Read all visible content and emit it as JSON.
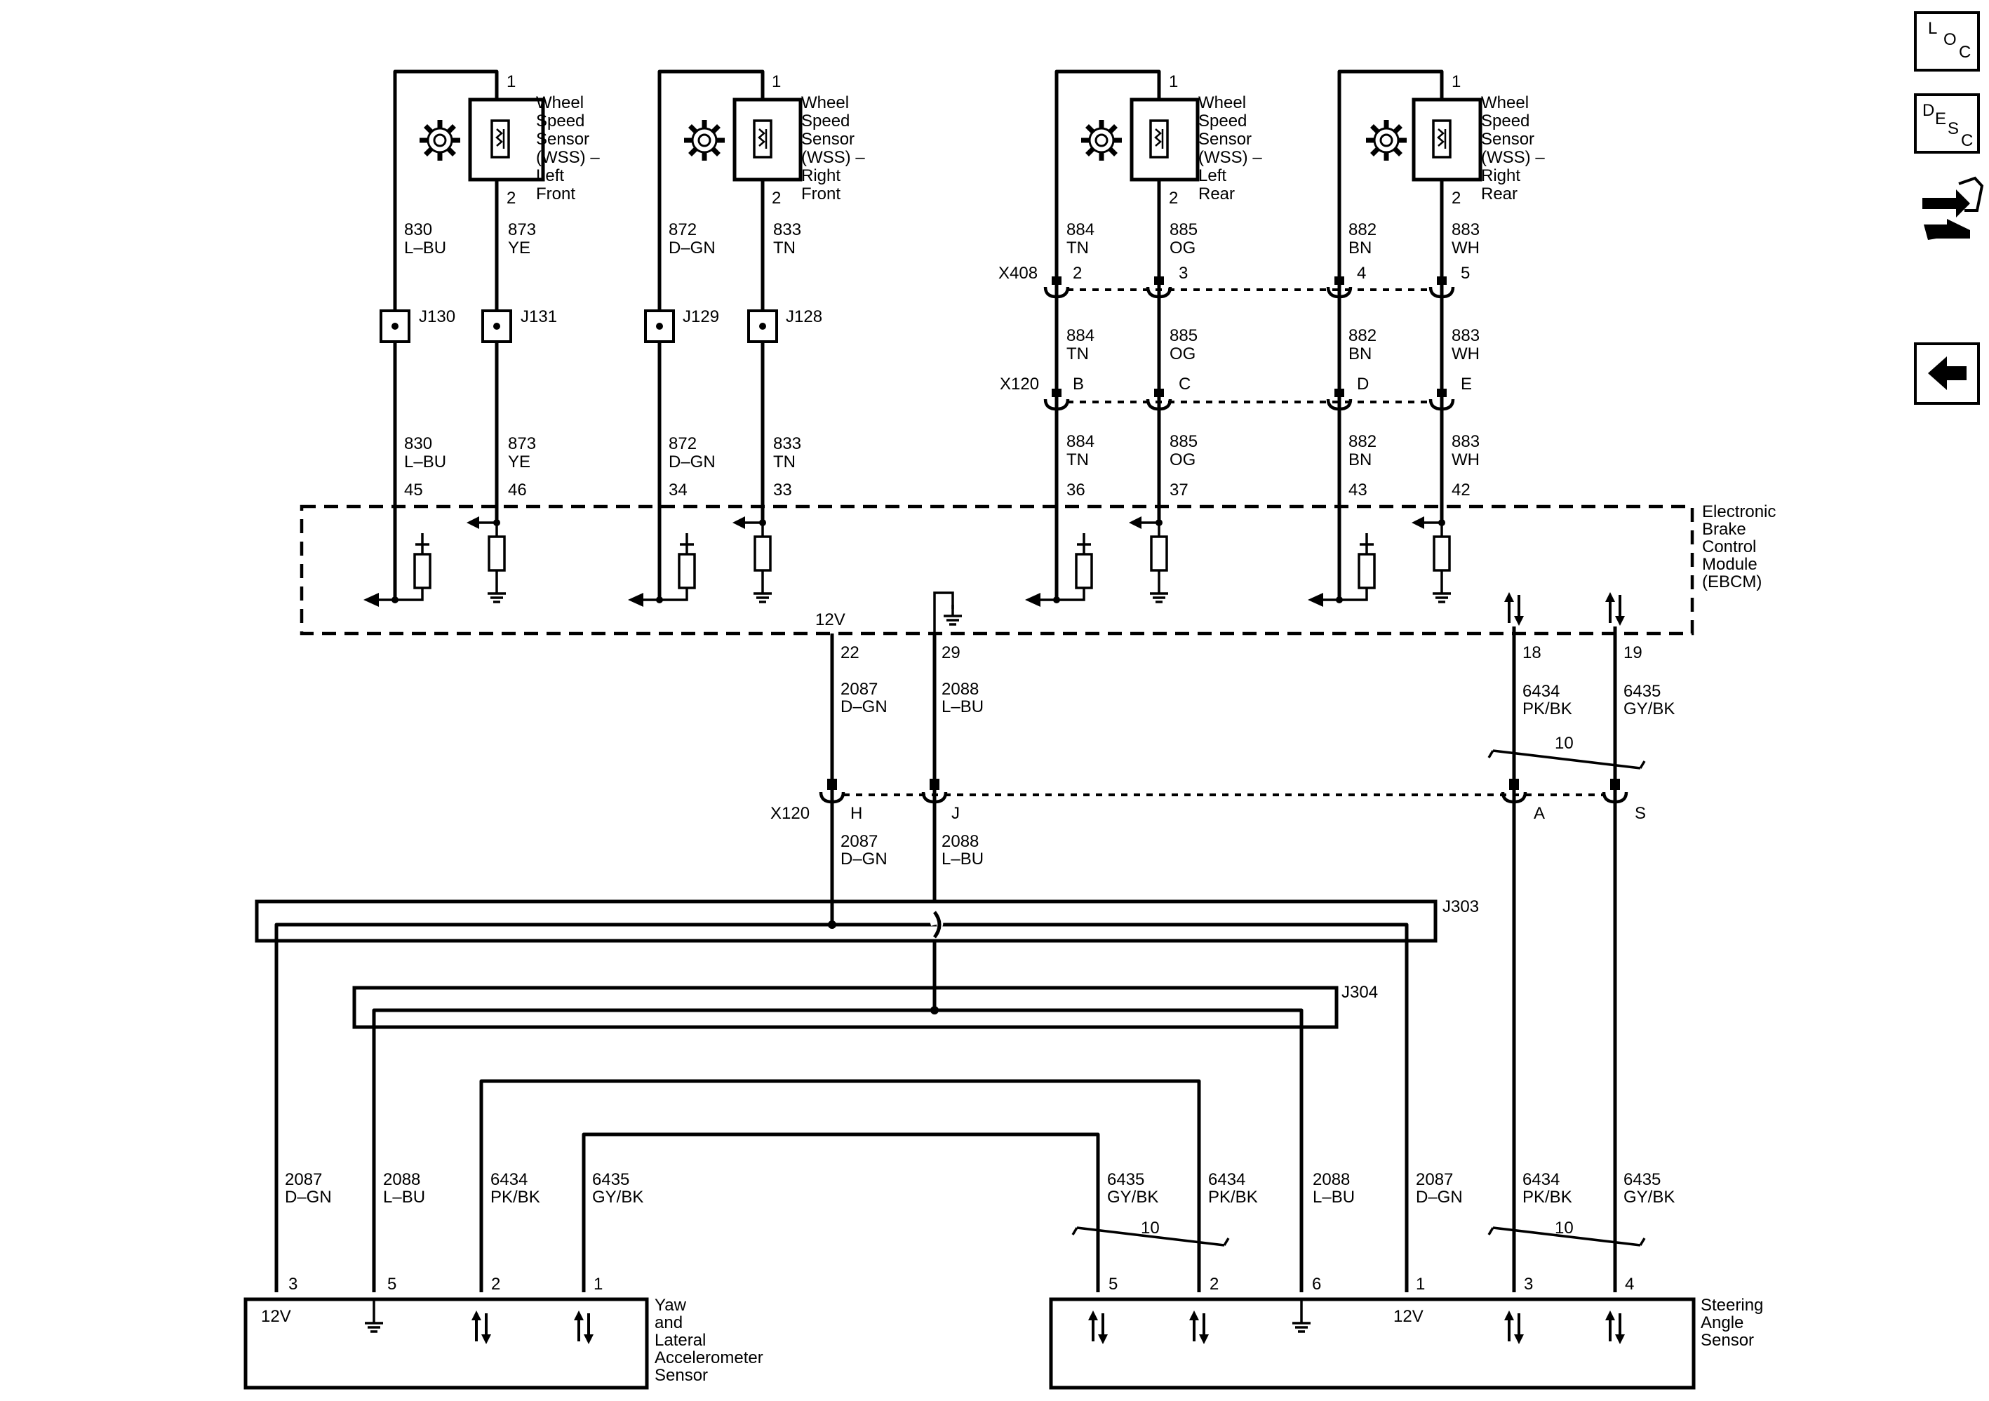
{
  "sensors": [
    {
      "id": "lf",
      "line1": "Wheel",
      "line2": "Speed",
      "line3": "Sensor",
      "line4": "(WSS) –",
      "line5": "Left",
      "line6": "Front"
    },
    {
      "id": "rf",
      "line1": "Wheel",
      "line2": "Speed",
      "line3": "Sensor",
      "line4": "(WSS) –",
      "line5": "Right",
      "line6": "Front"
    },
    {
      "id": "lr",
      "line1": "Wheel",
      "line2": "Speed",
      "line3": "Sensor",
      "line4": "(WSS) –",
      "line5": "Left",
      "line6": "Rear"
    },
    {
      "id": "rr",
      "line1": "Wheel",
      "line2": "Speed",
      "line3": "Sensor",
      "line4": "(WSS) –",
      "line5": "Right",
      "line6": "Rear"
    }
  ],
  "pins": {
    "p1": "1",
    "p2": "2"
  },
  "wires": {
    "lf_sig": {
      "circuit": "830",
      "color": "L–BU"
    },
    "lf_low": {
      "circuit": "873",
      "color": "YE"
    },
    "rf_sig": {
      "circuit": "872",
      "color": "D–GN"
    },
    "rf_low": {
      "circuit": "833",
      "color": "TN"
    },
    "lr_a": {
      "circuit": "884",
      "color": "TN"
    },
    "lr_b": {
      "circuit": "885",
      "color": "OG"
    },
    "rr_a": {
      "circuit": "882",
      "color": "BN"
    },
    "rr_b": {
      "circuit": "883",
      "color": "WH"
    },
    "w2087": {
      "circuit": "2087",
      "color": "D–GN"
    },
    "w2088": {
      "circuit": "2088",
      "color": "L–BU"
    },
    "w6434": {
      "circuit": "6434",
      "color": "PK/BK"
    },
    "w6435": {
      "circuit": "6435",
      "color": "GY/BK"
    }
  },
  "splices": {
    "j130": "J130",
    "j131": "J131",
    "j129": "J129",
    "j128": "J128",
    "j303": "J303",
    "j304": "J304"
  },
  "connectors": {
    "x408": {
      "name": "X408",
      "pins": [
        "2",
        "3",
        "4",
        "5"
      ]
    },
    "x120_top": {
      "name": "X120",
      "pins": [
        "B",
        "C",
        "D",
        "E"
      ]
    },
    "x120_mid": {
      "name": "X120",
      "pins": [
        "H",
        "J",
        "A",
        "S"
      ]
    }
  },
  "ebcm": {
    "line1": "Electronic",
    "line2": "Brake",
    "line3": "Control",
    "line4": "Module",
    "line5": "(EBCM)",
    "pins": [
      "45",
      "46",
      "34",
      "33",
      "36",
      "37",
      "43",
      "42",
      "22",
      "29",
      "18",
      "19"
    ],
    "v12": "12V"
  },
  "twist_label": "10",
  "yaw": {
    "line1": "Yaw",
    "line2": "and",
    "line3": "Lateral",
    "line4": "Accelerometer",
    "line5": "Sensor",
    "pins": [
      "3",
      "5",
      "2",
      "1"
    ],
    "v12": "12V"
  },
  "sas": {
    "line1": "Steering",
    "line2": "Angle",
    "line3": "Sensor",
    "pins": [
      "5",
      "2",
      "6",
      "1",
      "3",
      "4"
    ],
    "v12": "12V"
  },
  "nav": {
    "loc": {
      "a": "L",
      "b": "O",
      "c": "C"
    },
    "desc": {
      "a": "D",
      "b": "E",
      "c": "S",
      "d": "C"
    }
  },
  "icons": [
    "gear-icon",
    "resistor-icon",
    "ground-icon",
    "bidirectional-arrow-icon",
    "loc-icon",
    "desc-icon",
    "repair-icon",
    "back-arrow-icon"
  ]
}
